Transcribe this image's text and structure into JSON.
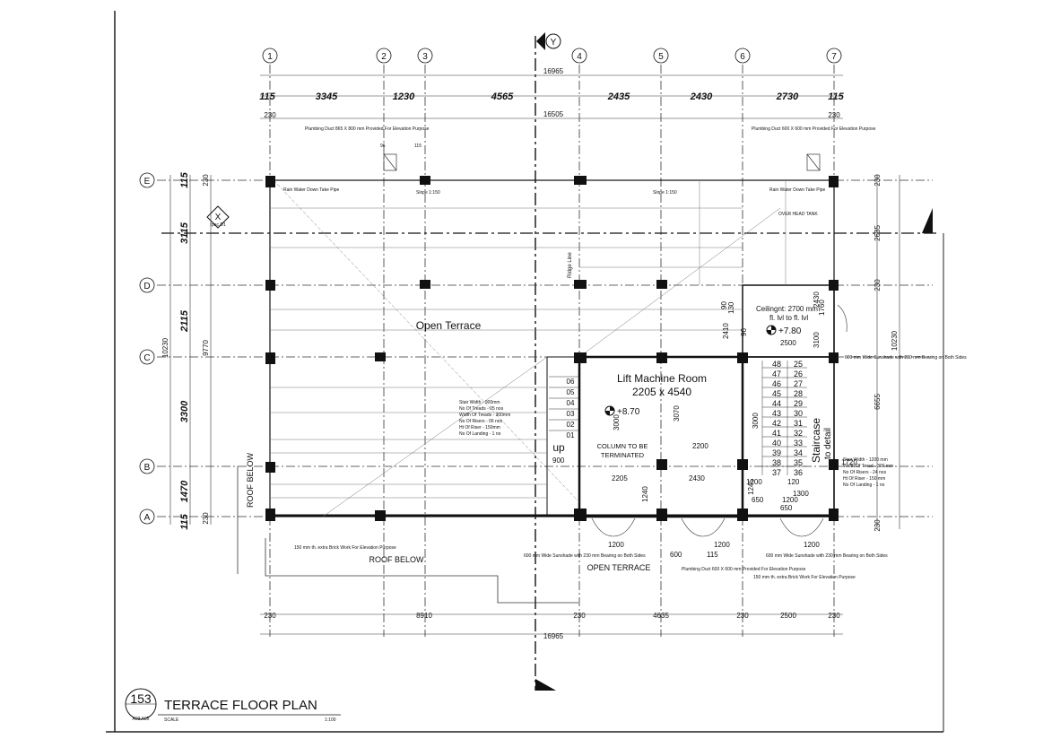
{
  "grid": {
    "columns": [
      "1",
      "2",
      "3",
      "4",
      "5",
      "6",
      "7"
    ],
    "rows": [
      "E",
      "D",
      "C",
      "B",
      "A"
    ]
  },
  "section_markers": {
    "y": "Y",
    "x": "X",
    "x_ref": "rpec D1"
  },
  "dimensions": {
    "top_overall": "16965",
    "top_inner": "16505",
    "top_segments": [
      "115",
      "3345",
      "1230",
      "4565",
      "2435",
      "2430",
      "2730",
      "115"
    ],
    "top_edge_left": "230",
    "top_edge_right": "230",
    "bottom_segments": [
      "230",
      "8910",
      "230",
      "4635",
      "230",
      "2500",
      "230"
    ],
    "bottom_overall": "16965",
    "left_segments": [
      "115",
      "3115",
      "2115",
      "3300",
      "1470",
      "115"
    ],
    "left_overall": "10230",
    "left_inner": "9770",
    "left_edges": [
      "230",
      "230"
    ],
    "right_segments": [
      "230",
      "2685",
      "230",
      "6655",
      "230"
    ],
    "right_overall": "10230",
    "lift_h1": "3000",
    "lift_h2": "3070",
    "lift_h3": "1240",
    "lift_w1": "2205",
    "lift_w2": "2430",
    "lift_w3": "2200",
    "stair_h": "3000",
    "stair_ref": "1720",
    "stair_bottom": [
      "650",
      "1200",
      "120",
      "1200",
      "650",
      "1300"
    ],
    "door_dims": [
      "1200",
      "1200",
      "1200"
    ],
    "misc_dims": [
      "900",
      "600",
      "115",
      "2410",
      "2500",
      "3100",
      "96",
      "90",
      "130",
      "2430",
      "1245",
      "1760"
    ]
  },
  "labels": {
    "open_terrace": "Open Terrace",
    "lift_room": "Lift Machine Room",
    "lift_size": "2205 x 4540",
    "lift_level": "+8.70",
    "headroom_level": "+7.80",
    "ceiling_height": "Ceilingnt: 2700 mm",
    "ceiling_sub": "fl. lvl to fl. lvl",
    "column_note_1": "COLUMN TO BE",
    "column_note_2": "TERMINATED",
    "staircase": "Staircase",
    "staircase_sub": "to detail",
    "up": "up",
    "roof_below_side": "ROOF BELOW",
    "roof_below_bottom": "ROOF BELOW",
    "open_terrace_bottom": "OPEN TERRACE",
    "ridge_line": "Ridge Line",
    "slope_1": "Slope 1:150",
    "slope_2": "Slope 1:150",
    "rain_water_left": "Rain Water Down Take Pipe",
    "rain_water_right": "Rain Water Down Take Pipe",
    "ohwt": "OVER HEAD TANK",
    "plumbing_left": "Plumbing Duct 865 X 800 mm Provided For Elevation Purpose",
    "plumbing_right": "Plumbing Duct 600 X 600 mm Provided For Elevation Purpose",
    "plumbing_bottom": "Plumbing Duct 600 X 600 mm Provided For Elevation Purpose",
    "brick_left": "150 mm th. extra Brick Work For Elevation Purpose",
    "brick_bottom": "150 mm th. extra Brick Work For Elevation Purpose",
    "sunshade_left": "600 mm Wide Sunshade with 230 mm Bearing on Both Sides",
    "sunshade_right": "600 mm Wide Sunshade with 230 mm Bearing on Both Sides",
    "sunshade_stair": "600 mm Wide Sunshade with 230 mm Bearing on Both Sides",
    "stair_spec": [
      "Stair Width - 900mm",
      "No Of Treads - 05 nos",
      "Width Of Treads - 300mm",
      "No Of Risers - 06 nos",
      "Ht Of Riser - 150mm",
      "No Of Landing - 1 no"
    ],
    "stair_spec_right": [
      "Stair Width - 1200 mm",
      "Width Of Tread - 300 mm",
      "No Of Risers - 24 nos",
      "Ht Of Riser - 150 mm",
      "No Of Landing - 1 no"
    ],
    "treads_left": [
      "48",
      "47",
      "46",
      "45",
      "44",
      "43",
      "42",
      "41",
      "40",
      "39",
      "38",
      "37"
    ],
    "treads_right": [
      "25",
      "26",
      "27",
      "28",
      "29",
      "30",
      "31",
      "32",
      "33",
      "34",
      "35",
      "36"
    ],
    "treads_small": [
      "06",
      "05",
      "04",
      "03",
      "02",
      "01"
    ],
    "small_dims": [
      "96",
      "115"
    ]
  },
  "title_block": {
    "number": "153",
    "ref": "A03 A05",
    "title": "TERRACE  FLOOR PLAN",
    "scale_label": "SCALE",
    "scale": "1:100"
  }
}
